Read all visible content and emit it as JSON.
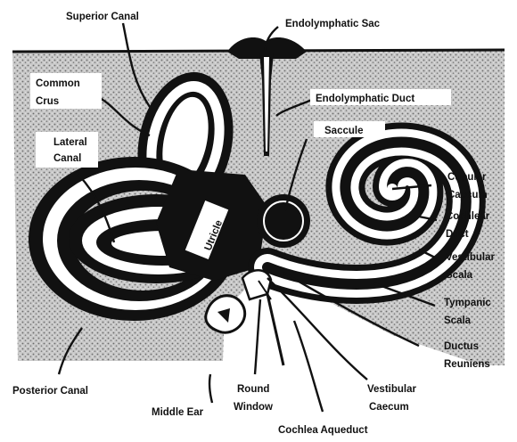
{
  "labels": {
    "superior_canal": "Superior Canal",
    "endolymphatic_sac": "Endolymphatic Sac",
    "common_crus_1": "Common",
    "common_crus_2": "Crus",
    "endolymphatic_duct": "Endolymphatic Duct",
    "saccule": "Saccule",
    "lateral_canal_1": "Lateral",
    "lateral_canal_2": "Canal",
    "utricle": "Utricle",
    "cupular_caecum_1": "Cupular",
    "cupular_caecum_2": "Caecum",
    "cochlear_duct_1": "Cochlear",
    "cochlear_duct_2": "Duct",
    "vestibular_scala_1": "Vestibular",
    "vestibular_scala_2": "Scala",
    "tympanic_scala_1": "Tympanic",
    "tympanic_scala_2": "Scala",
    "ductus_reuniens_1": "Ductus",
    "ductus_reuniens_2": "Reuniens",
    "posterior_canal": "Posterior Canal",
    "round_window_1": "Round",
    "round_window_2": "Window",
    "vestibular_caecum_1": "Vestibular",
    "vestibular_caecum_2": "Caecum",
    "middle_ear": "Middle Ear",
    "cochlea_aqueduct": "Cochlea Aqueduct"
  },
  "colors": {
    "bone": "#bdbdbd",
    "membrane": "#111111",
    "fluid": "#ffffff",
    "background": "#ffffff"
  }
}
